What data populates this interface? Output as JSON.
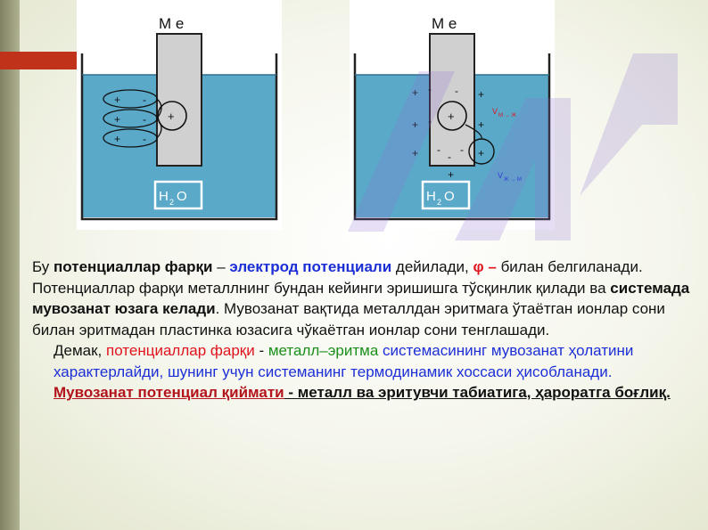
{
  "diagram_left": {
    "electrode_label": "M e",
    "water_label": "H",
    "water_sub": "2",
    "water_o": "O",
    "electrode_charge": "+",
    "solution_charges": [
      "+",
      "-",
      "+",
      "-",
      "+",
      "-"
    ]
  },
  "diagram_right": {
    "electrode_label": "M e",
    "water_label": "H",
    "water_sub": "2",
    "water_o": "O",
    "electrode_charge": "+",
    "charges": [
      "+",
      "-",
      "-",
      "+",
      "+",
      "-",
      "+",
      "+",
      "-",
      "-",
      "-",
      "+",
      "+"
    ],
    "velocity_top": "V",
    "velocity_top_sub": "M → Ж",
    "velocity_bottom": "V",
    "velocity_bottom_sub": "Ж → M"
  },
  "paragraph1": {
    "p1": "Бу ",
    "p2": "потенциаллар фарқи",
    "p3": " – ",
    "p4": "электрод потенциали",
    "p5": " дейилади, ",
    "p6": "φ –",
    "p7": " билан белгиланади. Потенциаллар фарқи металлнинг бундан кейинги эришишга тўсқинлик қилади ва ",
    "p8": "системада мувозанат юзага келади",
    "p9": ". Мувозанат вақтида металлдан эритмага ўтаётган ионлар сони билан эритмадан пластинка юзасига чўкаётган ионлар сони тенглашади."
  },
  "paragraph2": {
    "q1": "Демак, ",
    "q2": "потенциаллар фарқи",
    "q3": " - ",
    "q4": "металл–эритма",
    "q5": " системасининг мувозанат ҳолатини характерлайди, шунинг учун системанинг термодинамик хоссаси ҳисобланади. ",
    "q6": "Мувозанат потенциал қиймати",
    "q7": " - металл ва эритувчи табиатига, ҳароратга боғлиқ."
  },
  "colors": {
    "accent_red": "#c0321a",
    "solution": "#5aa9c9",
    "blue_text": "#1c2fd6"
  }
}
